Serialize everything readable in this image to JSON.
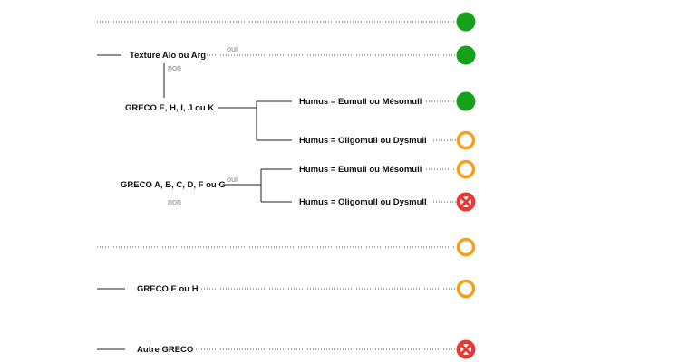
{
  "nodes": {
    "texture": "Texture Alo ou Arg",
    "greco_ehijk": "GRECO E, H, I, J ou K",
    "humus_eu_1": "Humus = Eumull ou Mésomull",
    "humus_oligo_1": "Humus = Oligomull ou Dysmull",
    "greco_abcdfg": "GRECO A, B, C, D, F ou G",
    "humus_eu_2": "Humus = Eumull ou Mésomull",
    "humus_oligo_2": "Humus = Oligomull ou Dysmull",
    "greco_eh": "GRECO E ou H",
    "autre_greco": "Autre GRECO"
  },
  "edge_labels": {
    "oui_1": "oui",
    "non_1": "non",
    "oui_2": "oui",
    "non_2": "non"
  },
  "colors": {
    "suitable": "#16a11b",
    "moderate": "#f5a01a",
    "unsuitable": "#e53935"
  },
  "outcomes": [
    {
      "status": "suitable",
      "icon": "filled-green-circle-icon"
    },
    {
      "status": "suitable",
      "icon": "filled-green-circle-icon"
    },
    {
      "status": "suitable",
      "icon": "filled-green-circle-icon"
    },
    {
      "status": "moderate",
      "icon": "orange-ring-icon"
    },
    {
      "status": "moderate",
      "icon": "orange-ring-icon"
    },
    {
      "status": "unsuitable",
      "icon": "red-cross-circle-icon"
    },
    {
      "status": "moderate",
      "icon": "orange-ring-icon"
    },
    {
      "status": "moderate",
      "icon": "orange-ring-icon"
    },
    {
      "status": "unsuitable",
      "icon": "red-cross-circle-icon"
    }
  ]
}
